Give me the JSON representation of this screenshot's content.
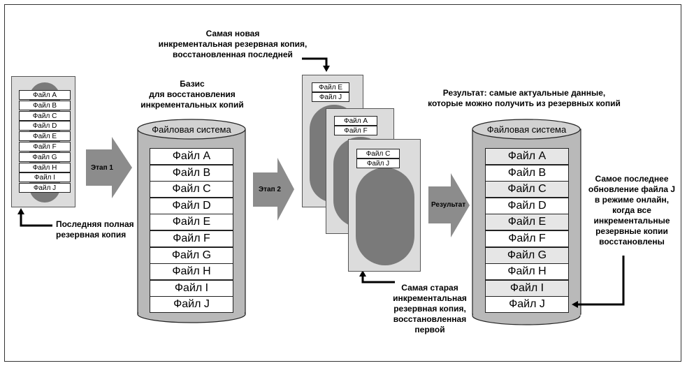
{
  "labels": {
    "newest_incremental": "Самая новая\nинкрементальная резервная копия,\nвосстановленная последней",
    "basis": "Базис\nдля восстановления\nинкрементальных копий",
    "result_title": "Результат: самые актуальные данные,\nкоторые можно получить из резервных копий",
    "last_full": "Последняя полная\nрезервная копия",
    "oldest_incremental": "Самая старая\nинкрементальная\nрезервная копия,\nвосстановленная\nпервой",
    "latest_update": "Самое последнее\nобновление файла J\nв режиме онлайн,\nкогда все\nинкрементальные\nрезервные копии\nвосстановлены"
  },
  "stages": {
    "stage1": "Этап 1",
    "stage2": "Этап 2",
    "result": "Результат"
  },
  "full_backup_files": [
    "Файл A",
    "Файл B",
    "Файл C",
    "Файл D",
    "Файл E",
    "Файл F",
    "Файл G",
    "Файл H",
    "Файл I",
    "Файл J"
  ],
  "filesystem_middle": {
    "title": "Файловая система",
    "files": [
      "Файл A",
      "Файл B",
      "Файл C",
      "Файл D",
      "Файл E",
      "Файл F",
      "Файл G",
      "Файл H",
      "Файл I",
      "Файл J"
    ]
  },
  "filesystem_result": {
    "title": "Файловая система",
    "files": [
      "Файл A",
      "Файл B",
      "Файл C",
      "Файл D",
      "Файл E",
      "Файл F",
      "Файл G",
      "Файл H",
      "Файл I",
      "Файл J"
    ]
  },
  "incremental_cards": [
    {
      "files": [
        "Файл E",
        "Файл J"
      ]
    },
    {
      "files": [
        "Файл A",
        "Файл F"
      ]
    },
    {
      "files": [
        "Файл C",
        "Файл J"
      ]
    }
  ],
  "colors": {
    "cylinder_fill": "#b9b9b9",
    "card_fill": "#dcdcdc",
    "blob_fill": "#7a7a7a",
    "stage_arrow": "#8c8c8c",
    "row_light": "#e6e6e6"
  }
}
